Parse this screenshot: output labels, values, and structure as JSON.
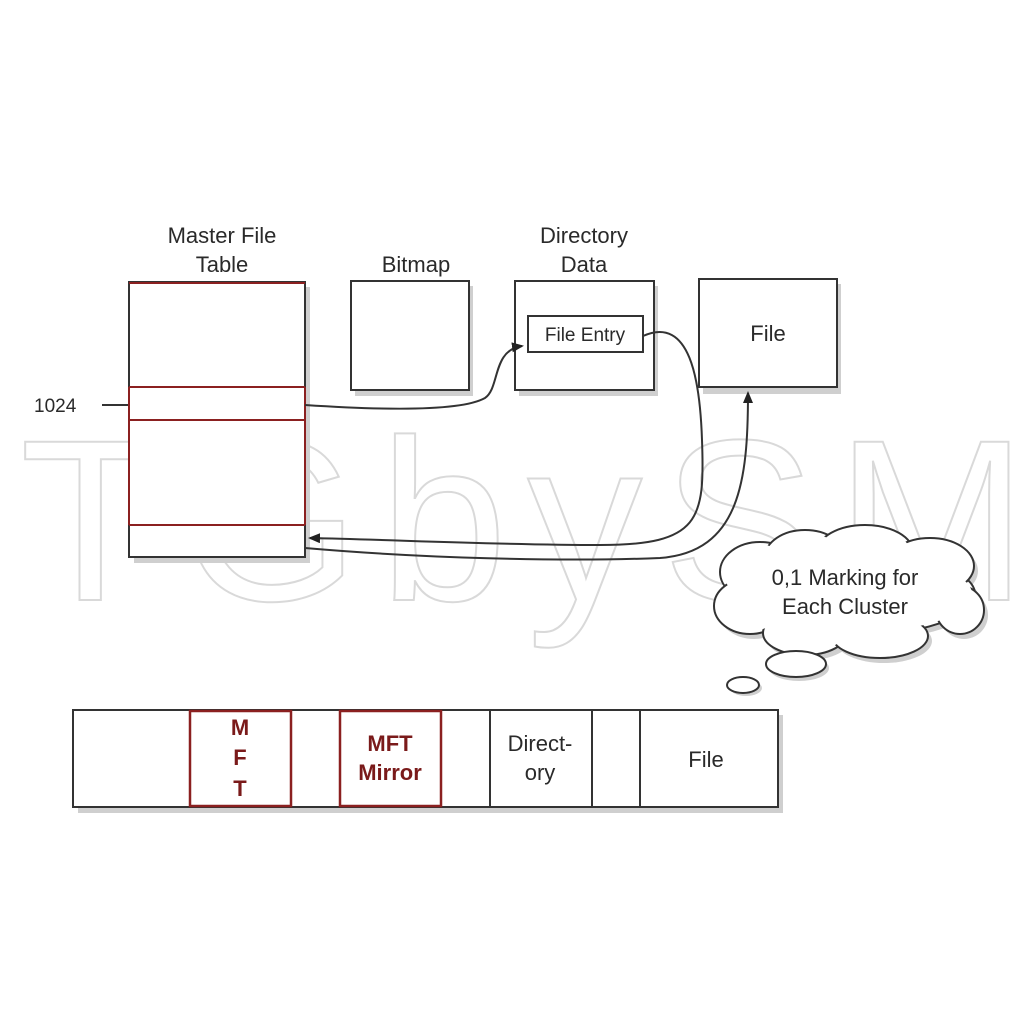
{
  "watermark": "TGbySM",
  "mft": {
    "title_line1": "Master File",
    "title_line2": "Table",
    "row_marker": "1024"
  },
  "bitmap": {
    "title": "Bitmap"
  },
  "directory_data": {
    "title_line1": "Directory",
    "title_line2": "Data",
    "entry": "File Entry"
  },
  "file_box": {
    "label": "File"
  },
  "cloud": {
    "line1": "0,1 Marking for",
    "line2": "Each Cluster"
  },
  "disk": {
    "mft_letters": [
      "M",
      "F",
      "T"
    ],
    "mirror_line1": "MFT",
    "mirror_line2": "Mirror",
    "dir_line1": "Direct-",
    "dir_line2": "ory",
    "file": "File"
  }
}
